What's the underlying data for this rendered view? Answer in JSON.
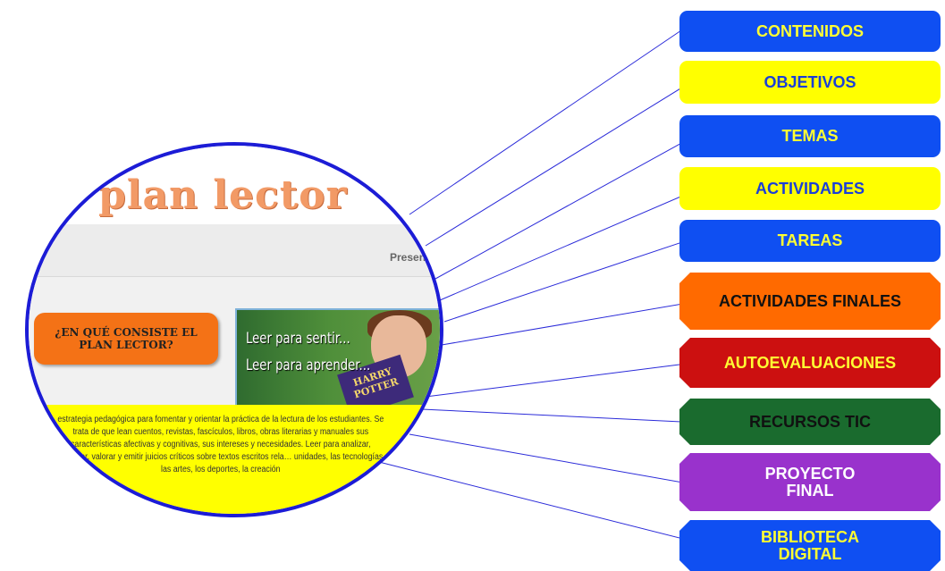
{
  "logo": "plan lector",
  "header_partial": "Presen",
  "question": "¿EN QUÉ CONSISTE EL PLAN LECTOR?",
  "banner": {
    "line1": "Leer para sentir...",
    "line2": "Leer para aprender...",
    "book": "HARRY POTTER"
  },
  "paragraph": "estrategia pedagógica para fomentar y orientar la práctica de la lectura de los estudiantes. Se trata de que lean cuentos, revistas, fascículos, libros, obras literarias y manuales sus características afectivas y cognitivas, sus intereses y necesidades. Leer para analizar, sintetizar, valorar y emitir juicios críticos sobre textos escritos rela… unidades, las tecnologías, las artes, los deportes, la creación",
  "menu": [
    {
      "label": "CONTENIDOS"
    },
    {
      "label": "OBJETIVOS"
    },
    {
      "label": "TEMAS"
    },
    {
      "label": "ACTIVIDADES"
    },
    {
      "label": "TAREAS"
    },
    {
      "label": "ACTIVIDADES FINALES"
    },
    {
      "label": "AUTOEVALUACIONES"
    },
    {
      "label": "RECURSOS TIC"
    },
    {
      "label": "PROYECTO FINAL"
    },
    {
      "label": "BIBLIOTECA DIGITAL"
    }
  ],
  "colors": {
    "blue": "#0f4ff2",
    "yellow": "#ffff00",
    "orange": "#ff6a00",
    "red": "#cc1010",
    "green": "#1a6b2e",
    "purple": "#9932cc",
    "connector": "#1c1cd6"
  }
}
